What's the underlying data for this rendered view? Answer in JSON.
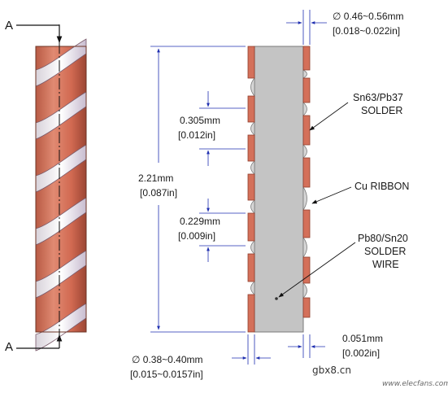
{
  "section_label_top": "A",
  "section_label_bottom": "A",
  "outer_diameter": {
    "value": "∅ 0.46~0.56mm",
    "inch": "[0.018~0.022in]"
  },
  "inner_diameter": {
    "value": "∅ 0.38~0.40mm",
    "inch": "[0.015~0.0157in]"
  },
  "overall_length": {
    "value": "2.21mm",
    "inch": "[0.087in]"
  },
  "pitch_upper": {
    "value": "0.305mm",
    "inch": "[0.012in]"
  },
  "pitch_lower": {
    "value": "0.229mm",
    "inch": "[0.009in]"
  },
  "ribbon_thickness": {
    "value": "0.051mm",
    "inch": "[0.002in]"
  },
  "callouts": {
    "sn63": [
      "Sn63/Pb37",
      "SOLDER"
    ],
    "cu": [
      "Cu RIBBON"
    ],
    "pb80": [
      "Pb80/Sn20",
      "SOLDER",
      "WIRE"
    ]
  },
  "watermark": {
    "text": "gbx8.cn",
    "sub": "www.elecfans.com"
  },
  "colors": {
    "copper": "#d4705a",
    "copper_dark": "#8f3e2c",
    "solder": "#c9c9c9",
    "dimension": "#1f2fb0"
  }
}
